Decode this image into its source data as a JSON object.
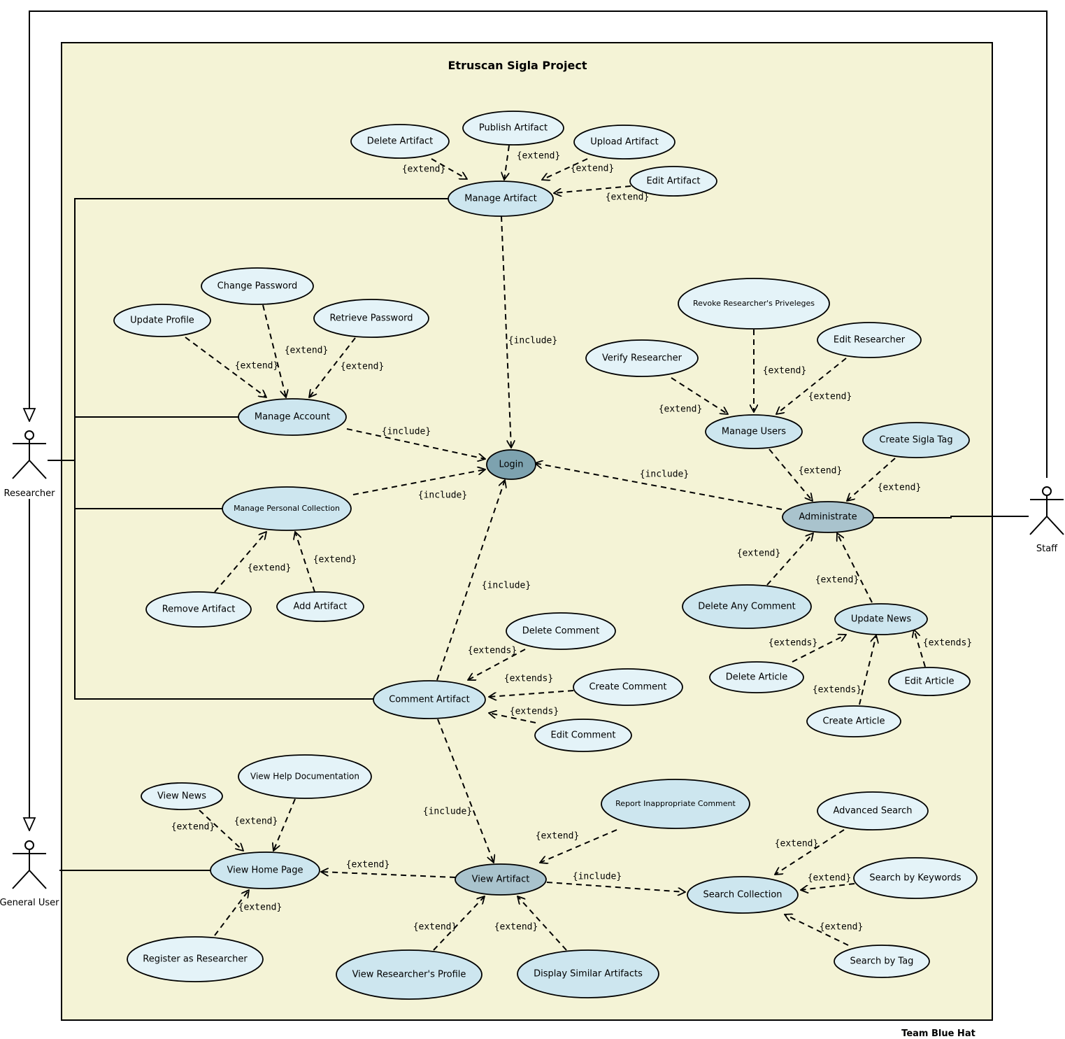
{
  "system": {
    "title": "Etruscan Sigla Project"
  },
  "footer": "Team Blue Hat",
  "actors": {
    "researcher": "Researcher",
    "general_user": "General User",
    "staff": "Staff"
  },
  "use_cases": {
    "delete_artifact": "Delete Artifact",
    "publish_artifact": "Publish Artifact",
    "upload_artifact": "Upload Artifact",
    "edit_artifact": "Edit Artifact",
    "manage_artifact": "Manage Artifact",
    "change_password": "Change Password",
    "update_profile": "Update Profile",
    "retrieve_password": "Retrieve Password",
    "manage_account": "Manage Account",
    "manage_personal_collection": "Manage Personal Collection",
    "remove_artifact": "Remove Artifact",
    "add_artifact": "Add Artifact",
    "login": "Login",
    "revoke_priveleges": "Revoke Researcher's Priveleges",
    "edit_researcher": "Edit Researcher",
    "verify_researcher": "Verify Researcher",
    "manage_users": "Manage Users",
    "create_sigla_tag": "Create Sigla Tag",
    "administrate": "Administrate",
    "delete_any_comment": "Delete Any Comment",
    "update_news": "Update News",
    "delete_article": "Delete Article",
    "edit_article": "Edit Article",
    "create_article": "Create Article",
    "delete_comment": "Delete Comment",
    "create_comment": "Create Comment",
    "edit_comment": "Edit Comment",
    "comment_artifact": "Comment Artifact",
    "view_news": "View News",
    "view_help_documentation": "View Help Documentation",
    "view_home_page": "View Home Page",
    "register_as_researcher": "Register as Researcher",
    "report_inappropriate_comment": "Report Inappropriate Comment",
    "view_artifact": "View Artifact",
    "view_researchers_profile": "View Researcher's Profile",
    "display_similar_artifacts": "Display Similar Artifacts",
    "advanced_search": "Advanced Search",
    "search_by_keywords": "Search by Keywords",
    "search_collection": "Search Collection",
    "search_by_tag": "Search by Tag"
  },
  "relation_labels": {
    "extend": "{extend}",
    "extends": "{extends}",
    "include": "{include}"
  },
  "colors": {
    "system_fill": "#f4f3d6",
    "uc_light": "#e4f3f8",
    "uc_mid": "#cde6ef",
    "uc_dark": "#a9c3cd",
    "login": "#7da2af"
  }
}
